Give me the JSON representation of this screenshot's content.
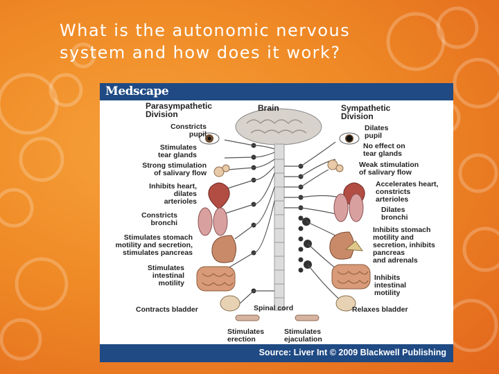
{
  "slide": {
    "title": "What is the autonomic nervous\nsystem and how does it work?"
  },
  "figure": {
    "brand": "Medscape",
    "source": "Source: Liver Int © 2009 Blackwell Publishing",
    "headers": {
      "parasympathetic": "Parasympathetic\nDivision",
      "brain": "Brain",
      "sympathetic": "Sympathetic\nDivision",
      "spinal_cord": "Spinal cord"
    },
    "parasympathetic_labels": [
      "Constricts\npupil",
      "Stimulates\ntear glands",
      "Strong stimulation\nof salivary flow",
      "Inhibits heart,\ndilates\narterioles",
      "Constricts\nbronchi",
      "Stimulates stomach\nmotility and secretion,\nstimulates pancreas",
      "Stimulates\nintestinal\nmotility",
      "Contracts bladder",
      "Stimulates\nerection"
    ],
    "sympathetic_labels": [
      "Dilates\npupil",
      "No effect on\ntear glands",
      "Weak stimulation\nof salivary flow",
      "Accelerates heart,\nconstricts\narterioles",
      "Dilates\nbronchi",
      "Inhibits stomach\nmotility and\nsecretion, inhibits\npancreas\nand adrenals",
      "Inhibits\nintestinal\nmotility",
      "Relaxes bladder",
      "Stimulates\nejaculation"
    ]
  },
  "colors": {
    "background": "#ef8a26",
    "brand_bar": "#1f4a84"
  }
}
